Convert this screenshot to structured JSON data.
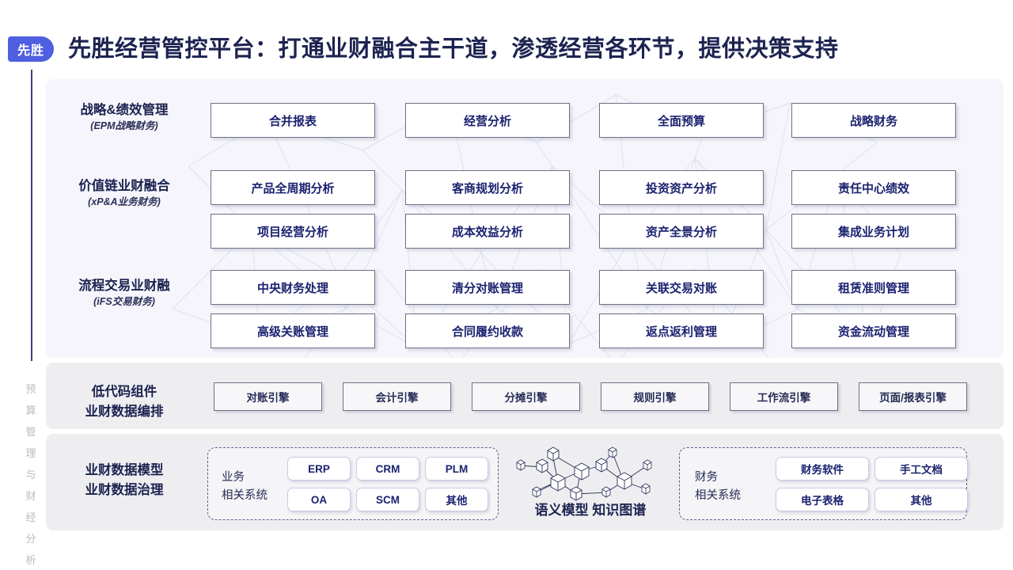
{
  "header": {
    "logo_text": "先胜",
    "title": "先胜经营管控平台：打通业财融合主干道，渗透经营各环节，提供决策支持",
    "title_color": "#1d2350",
    "logo_color": "#4e5fe0"
  },
  "left_rail": {
    "vertical_text": "预算管理与财经分析",
    "chars": [
      "预",
      "算",
      "管",
      "理",
      "与",
      "财",
      "经",
      "分",
      "析"
    ]
  },
  "rows": [
    {
      "label_main": "战略&绩效管理",
      "label_sub": "(EPM战略财务)",
      "lines": [
        [
          "合并报表",
          "经营分析",
          "全面预算",
          "战略财务"
        ]
      ]
    },
    {
      "label_main": "价值链业财融合",
      "label_sub": "(xP&A业务财务)",
      "lines": [
        [
          "产品全周期分析",
          "客商规划分析",
          "投资资产分析",
          "责任中心绩效"
        ],
        [
          "项目经营分析",
          "成本效益分析",
          "资产全景分析",
          "集成业务计划"
        ]
      ]
    },
    {
      "label_main": "流程交易业财融",
      "label_sub": "(iFS交易财务)",
      "lines": [
        [
          "中央财务处理",
          "清分对账管理",
          "关联交易对账",
          "租赁准则管理"
        ],
        [
          "高级关账管理",
          "合同履约收款",
          "返点返利管理",
          "资金流动管理"
        ]
      ]
    }
  ],
  "lowcode": {
    "label_line1": "低代码组件",
    "label_line2": "业财数据编排",
    "engines": [
      "对账引擎",
      "会计引擎",
      "分摊引擎",
      "规则引擎",
      "工作流引擎",
      "页面/报表引擎"
    ]
  },
  "datamodel": {
    "label_line1": "业财数据模型",
    "label_line2": "业财数据治理",
    "business_group": {
      "label_line1": "业务",
      "label_line2": "相关系统",
      "items_row1": [
        "ERP",
        "CRM",
        "PLM"
      ],
      "items_row2": [
        "OA",
        "SCM",
        "其他"
      ]
    },
    "graph": {
      "caption": "语义模型 知识图谱",
      "icon": "knowledge-graph-icon"
    },
    "finance_group": {
      "label_line1": "财务",
      "label_line2": "相关系统",
      "items_row1": [
        "财务软件",
        "手工文档"
      ],
      "items_row2": [
        "电子表格",
        "其他"
      ]
    }
  },
  "colors": {
    "panel_top": "#f5f5fb",
    "panel_gray": "#eeeef1",
    "card_border": "#6d7086",
    "text_navy": "#1b2270",
    "accent": "#4e5fe0"
  }
}
